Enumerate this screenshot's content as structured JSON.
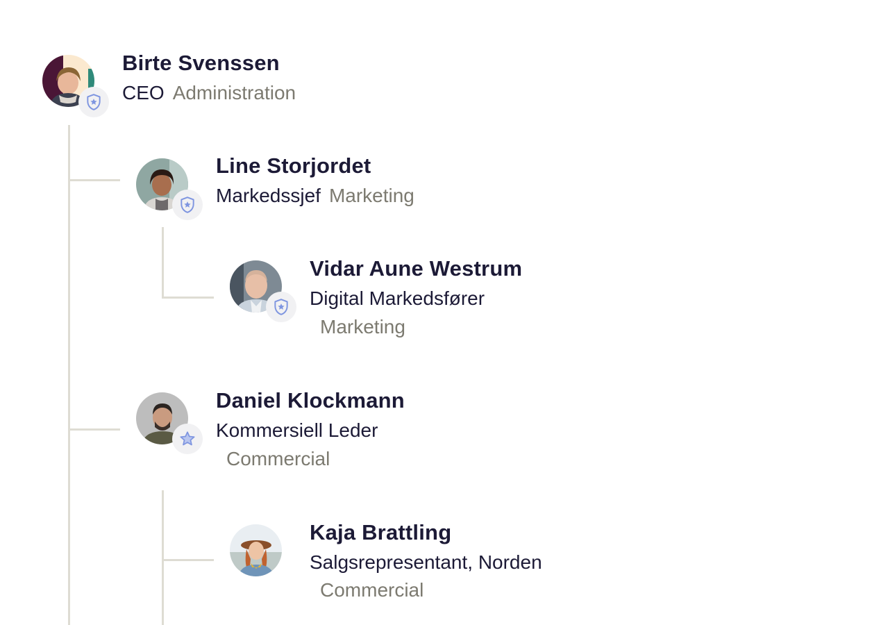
{
  "people": [
    {
      "name": "Birte Svenssen",
      "title": "CEO",
      "department": "Administration",
      "badge_icon": "shield-star-icon"
    },
    {
      "name": "Line Storjordet",
      "title": "Markedssjef",
      "department": "Marketing",
      "badge_icon": "shield-star-icon"
    },
    {
      "name": "Vidar Aune Westrum",
      "title": "Digital Markedsfører",
      "department": "Marketing",
      "badge_icon": "shield-star-icon"
    },
    {
      "name": "Daniel Klockmann",
      "title": "Kommersiell Leder",
      "department": "Commercial",
      "badge_icon": "star-icon"
    },
    {
      "name": "Kaja Brattling",
      "title": "Salgsrepresentant, Norden",
      "department": "Commercial",
      "badge_icon": null
    }
  ],
  "colors": {
    "name_text": "#1c1a36",
    "department_text": "#7c7a70",
    "connector": "#dedcd3",
    "badge_icon": "#7e95e0",
    "badge_background": "#f1f1f3"
  }
}
